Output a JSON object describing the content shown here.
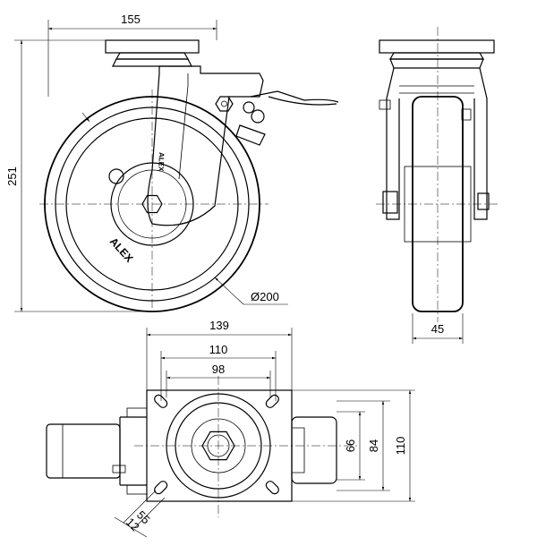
{
  "dimensions": {
    "height_251": "251",
    "width_155": "155",
    "wheel_dia": "Ø200",
    "tread_45": "45",
    "plate_139": "139",
    "holes_110": "110",
    "holes_98": "98",
    "side_66": "66",
    "side_84": "84",
    "side_110": "110",
    "slot_12": "12",
    "slot_55": "55"
  },
  "brand": {
    "wheel_text": "ALEX",
    "fork_text": "ALEX"
  }
}
